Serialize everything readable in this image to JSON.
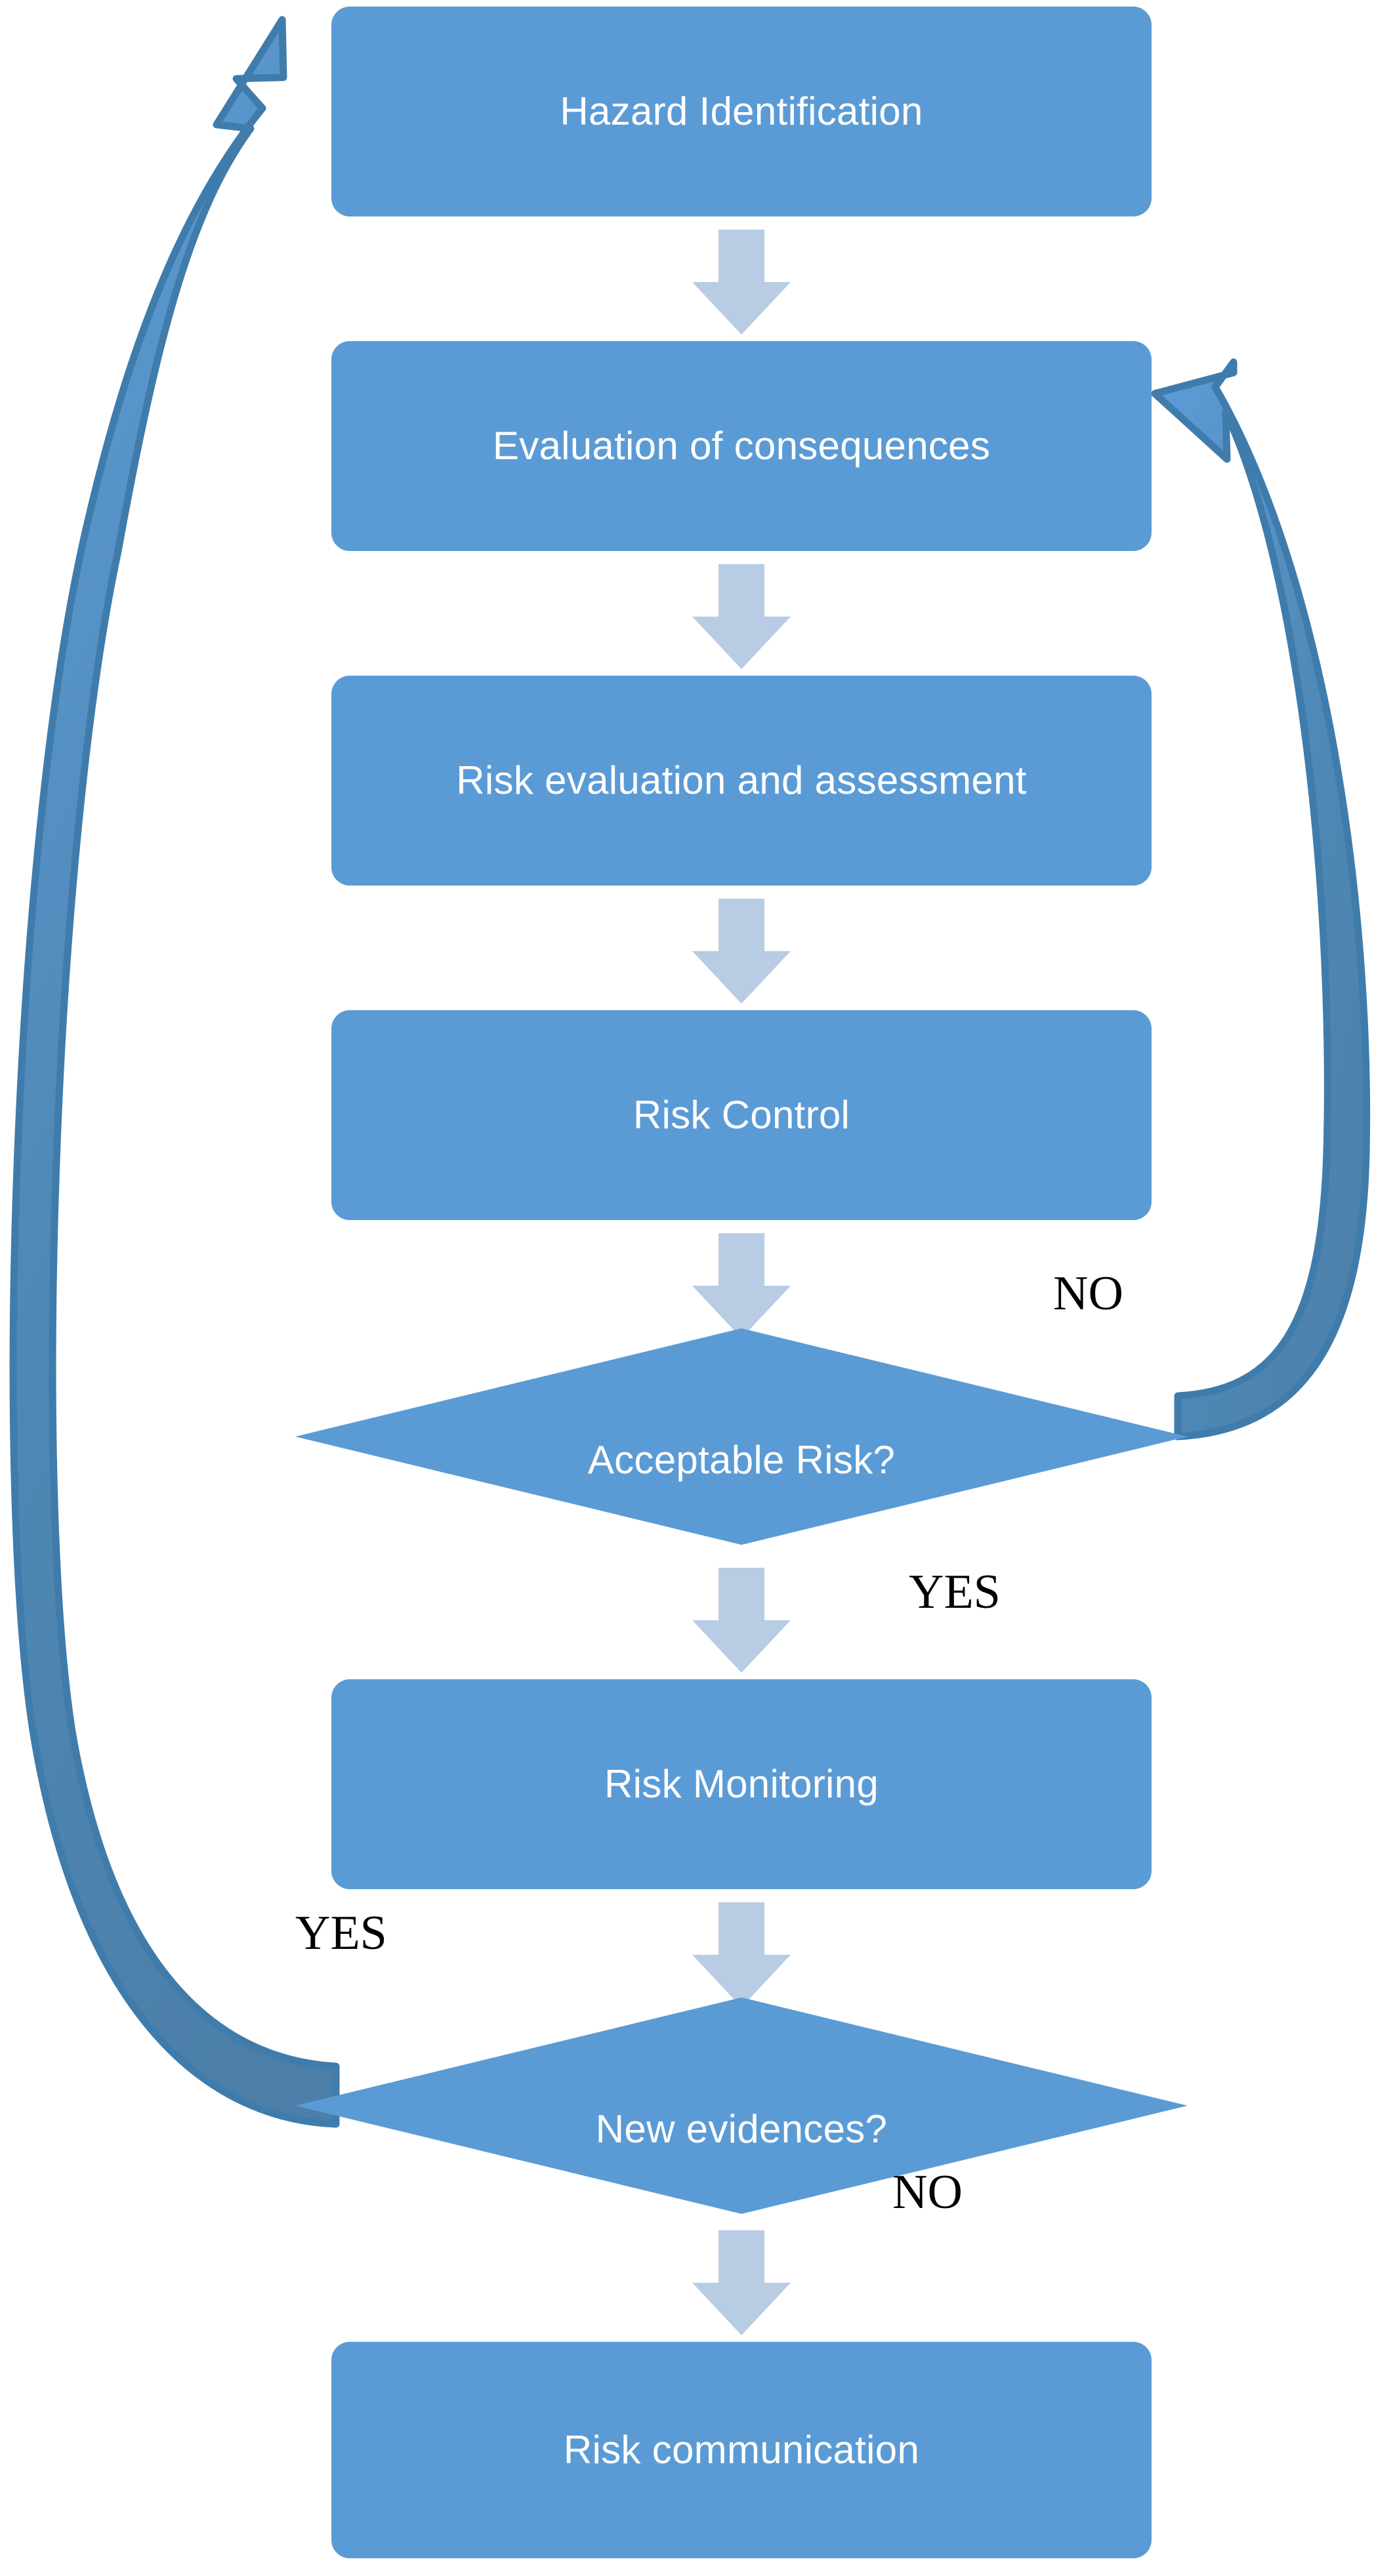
{
  "diagram": {
    "title": "Risk Management Process Flowchart",
    "background_color": "#ffffff",
    "node_fill_color": "#5b9bd5",
    "node_text_color": "#ffffff",
    "connector_arrow_color": "#b8cce4",
    "feedback_arrow_fill": "#5b9bd5",
    "feedback_arrow_stroke": "#3f7cab",
    "feedback_arrow_tail_fill": "#4b7fa8",
    "edge_label_color": "#000000"
  },
  "nodes": [
    {
      "id": "hazard-identification",
      "type": "process",
      "label": "Hazard Identification"
    },
    {
      "id": "evaluation-consequences",
      "type": "process",
      "label": "Evaluation of consequences"
    },
    {
      "id": "risk-evaluation",
      "type": "process",
      "label": "Risk evaluation and assessment"
    },
    {
      "id": "risk-control",
      "type": "process",
      "label": "Risk Control"
    },
    {
      "id": "acceptable-risk",
      "type": "decision",
      "label": "Acceptable Risk?"
    },
    {
      "id": "risk-monitoring",
      "type": "process",
      "label": "Risk Monitoring"
    },
    {
      "id": "new-evidences",
      "type": "decision",
      "label": "New evidences?"
    },
    {
      "id": "risk-communication",
      "type": "process",
      "label": "Risk communication"
    }
  ],
  "edge_labels": {
    "acceptable_risk_no": "NO",
    "acceptable_risk_yes": "YES",
    "new_evidences_yes": "YES",
    "new_evidences_no": "NO"
  },
  "edges": [
    {
      "from": "hazard-identification",
      "to": "evaluation-consequences",
      "label": "",
      "style": "straight-down"
    },
    {
      "from": "evaluation-consequences",
      "to": "risk-evaluation",
      "label": "",
      "style": "straight-down"
    },
    {
      "from": "risk-evaluation",
      "to": "risk-control",
      "label": "",
      "style": "straight-down"
    },
    {
      "from": "risk-control",
      "to": "acceptable-risk",
      "label": "",
      "style": "straight-down"
    },
    {
      "from": "acceptable-risk",
      "to": "evaluation-consequences",
      "label": "NO",
      "style": "curved-right-feedback"
    },
    {
      "from": "acceptable-risk",
      "to": "risk-monitoring",
      "label": "YES",
      "style": "straight-down"
    },
    {
      "from": "risk-monitoring",
      "to": "new-evidences",
      "label": "",
      "style": "straight-down"
    },
    {
      "from": "new-evidences",
      "to": "hazard-identification",
      "label": "YES",
      "style": "curved-left-feedback"
    },
    {
      "from": "new-evidences",
      "to": "risk-communication",
      "label": "NO",
      "style": "straight-down"
    }
  ]
}
